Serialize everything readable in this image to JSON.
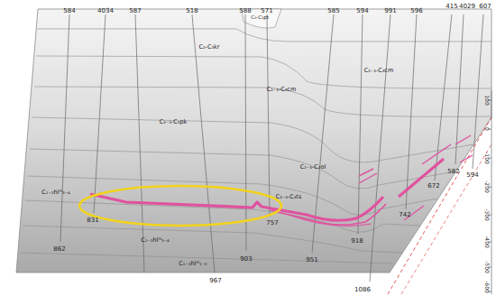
{
  "diagram": {
    "labels": [
      "584",
      "4034",
      "587",
      "518",
      "588",
      "571",
      "585",
      "594",
      "991",
      "596",
      "415",
      "4029",
      "607",
      "C₃-C₃pt",
      "C₂-C₃kr",
      "C₂₋₃-C₃cm",
      "C₂₋₃-C₃cm",
      "C₂₋₃-C₃pk",
      "C₂₋₃-C₃ol",
      "C₂₋₃-C₃ts",
      "C₁₋₂hlᴵᴵᴵ₃₋₄",
      "C₁₋₂hlᴵᴵᴵ₃₋₄",
      "C₁₋₂hlᴵᴵᴵ₁₋₂",
      "862",
      "831",
      "967",
      "903",
      "757",
      "951",
      "918",
      "742",
      "672",
      "582",
      "594",
      "1086",
      "100",
      "0",
      "-100",
      "-200",
      "-300",
      "-400",
      "-500",
      "-600"
    ]
  }
}
